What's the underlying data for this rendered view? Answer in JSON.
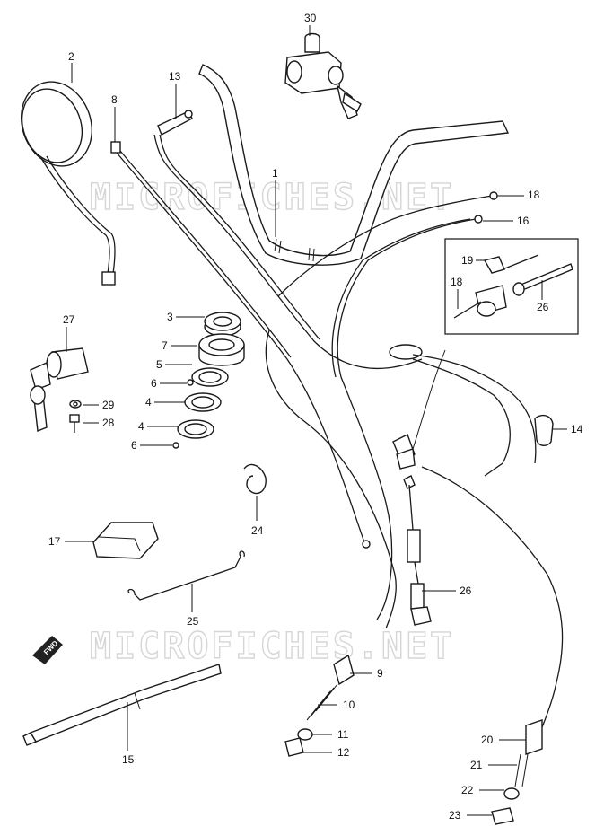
{
  "watermark": {
    "text": "MICROFICHES.NET"
  },
  "direction_marker": {
    "label": "FWD"
  },
  "callouts": {
    "c30": "30",
    "c2": "2",
    "c13": "13",
    "c8": "8",
    "c1": "1",
    "c18a": "18",
    "c16": "16",
    "c19": "19",
    "c18b": "18",
    "c26a": "26",
    "c27": "27",
    "c3": "3",
    "c7": "7",
    "c5": "5",
    "c6a": "6",
    "c4a": "4",
    "c4b": "4",
    "c6b": "6",
    "c29": "29",
    "c28": "28",
    "c14": "14",
    "c24": "24",
    "c17": "17",
    "c25": "25",
    "c26b": "26",
    "c9": "9",
    "c10": "10",
    "c11": "11",
    "c12": "12",
    "c15": "15",
    "c20": "20",
    "c21": "21",
    "c22": "22",
    "c23": "23"
  }
}
